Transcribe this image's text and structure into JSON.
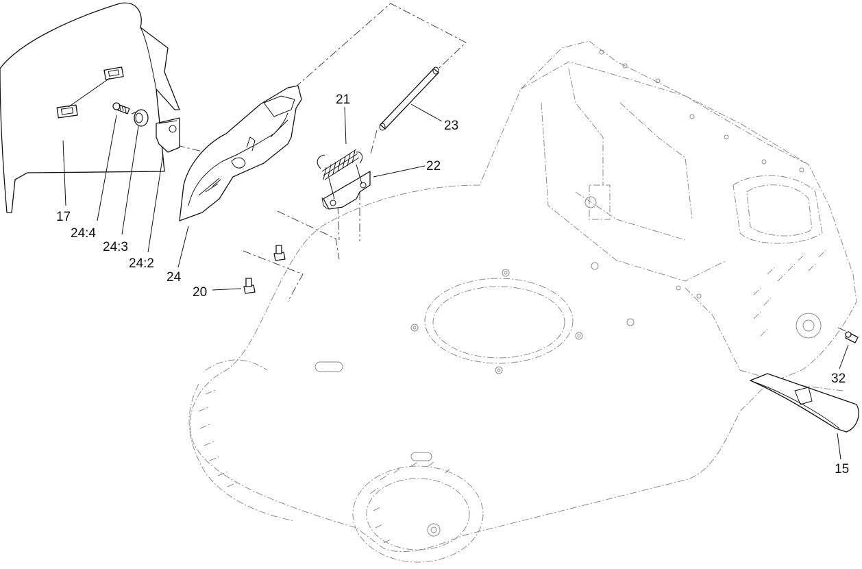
{
  "diagram": {
    "callouts": [
      {
        "id": "15",
        "label": "15"
      },
      {
        "id": "17",
        "label": "17"
      },
      {
        "id": "20",
        "label": "20"
      },
      {
        "id": "21",
        "label": "21"
      },
      {
        "id": "22",
        "label": "22"
      },
      {
        "id": "23",
        "label": "23"
      },
      {
        "id": "24",
        "label": "24"
      },
      {
        "id": "24_2",
        "label": "24:2"
      },
      {
        "id": "24_3",
        "label": "24:3"
      },
      {
        "id": "24_4",
        "label": "24:4"
      },
      {
        "id": "32",
        "label": "32"
      }
    ]
  }
}
